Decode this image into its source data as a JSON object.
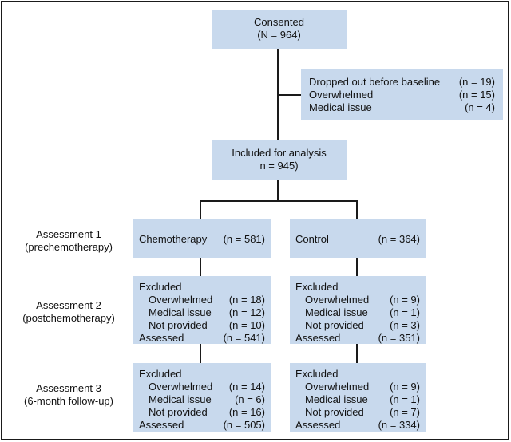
{
  "consented": {
    "title": "Consented",
    "count": "(N = 964)"
  },
  "dropout": {
    "rows": [
      {
        "label": "Dropped out before baseline",
        "value": "(n = 19)"
      },
      {
        "label": "Overwhelmed",
        "value": "(n = 15)"
      },
      {
        "label": "Medical issue",
        "value": "(n = 4)"
      }
    ]
  },
  "included": {
    "title": "Included for analysis",
    "count": "n = 945)"
  },
  "assessments": [
    {
      "line1": "Assessment 1",
      "line2": "(prechemotherapy)"
    },
    {
      "line1": "Assessment 2",
      "line2": "(postchemotherapy)"
    },
    {
      "line1": "Assessment 3",
      "line2": "(6-month follow-up)"
    }
  ],
  "chemo": {
    "label": "Chemotherapy",
    "count": "(n = 581)",
    "a2": {
      "excluded": "Excluded",
      "rows": [
        {
          "label": "Overwhelmed",
          "value": "(n = 18)"
        },
        {
          "label": "Medical issue",
          "value": "(n = 12)"
        },
        {
          "label": "Not provided",
          "value": "(n = 10)"
        }
      ],
      "assessed": {
        "label": "Assessed",
        "value": "(n = 541)"
      }
    },
    "a3": {
      "excluded": "Excluded",
      "rows": [
        {
          "label": "Overwhelmed",
          "value": "(n = 14)"
        },
        {
          "label": "Medical issue",
          "value": "(n = 6)"
        },
        {
          "label": "Not provided",
          "value": "(n = 16)"
        }
      ],
      "assessed": {
        "label": "Assessed",
        "value": "(n = 505)"
      }
    }
  },
  "control": {
    "label": "Control",
    "count": "(n = 364)",
    "a2": {
      "excluded": "Excluded",
      "rows": [
        {
          "label": "Overwhelmed",
          "value": "(n = 9)"
        },
        {
          "label": "Medical issue",
          "value": "(n = 1)"
        },
        {
          "label": "Not provided",
          "value": "(n = 3)"
        }
      ],
      "assessed": {
        "label": "Assessed",
        "value": "(n = 351)"
      }
    },
    "a3": {
      "excluded": "Excluded",
      "rows": [
        {
          "label": "Overwhelmed",
          "value": "(n = 9)"
        },
        {
          "label": "Medical issue",
          "value": "(n = 1)"
        },
        {
          "label": "Not provided",
          "value": "(n = 7)"
        }
      ],
      "assessed": {
        "label": "Assessed",
        "value": "(n = 334)"
      }
    }
  },
  "colors": {
    "box": "#c8d9ed",
    "line": "#1a1a1a"
  }
}
